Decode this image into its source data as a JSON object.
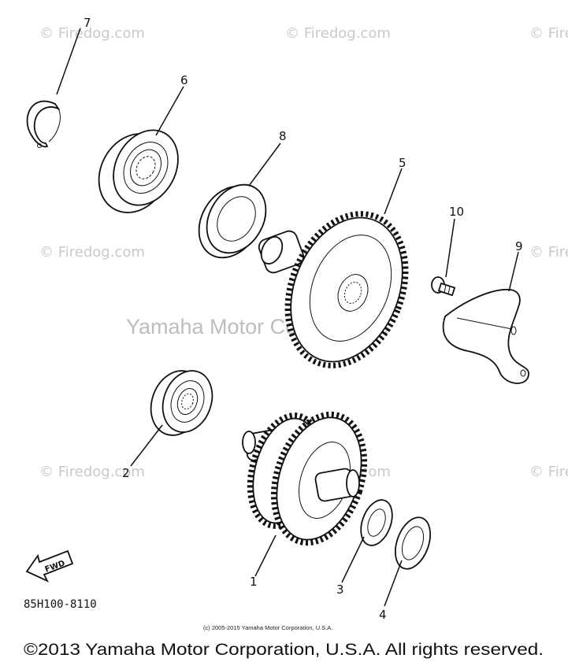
{
  "watermarks": {
    "small": "© Firedog.com",
    "center": "Yamaha Motor Corp. U.S.A."
  },
  "part_numbers": [
    "1",
    "2",
    "3",
    "4",
    "5",
    "6",
    "7",
    "8",
    "9",
    "10"
  ],
  "fwd_label": "FWD",
  "diagram_code": "85H100-8110",
  "small_copyright": "(c) 2005-2015 Yamaha Motor Corporation, U.S.A.",
  "footer_copyright": "©2013 Yamaha Motor Corporation, U.S.A. All rights reserved."
}
